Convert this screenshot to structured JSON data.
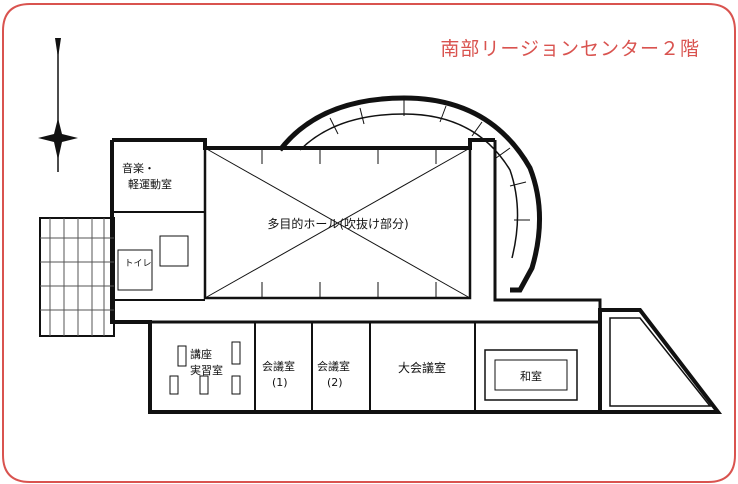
{
  "title": "南部リージョンセンター２階",
  "colors": {
    "accent": "#d9534f",
    "line": "#111111",
    "grid": "#555555"
  },
  "compass": {
    "icon": "north-arrow-icon"
  },
  "rooms": {
    "hall": "多目的ホール(吹抜け部分)",
    "music_room_line1": "音楽・",
    "music_room_line2": "軽運動室",
    "toilet": "トイレ",
    "lecture_room_line1": "講座",
    "lecture_room_line2": "実習室",
    "meeting1_line1": "会議室",
    "meeting1_line2": "(1)",
    "meeting2_line1": "会議室",
    "meeting2_line2": "(2)",
    "large_meeting": "大会議室",
    "japanese_room": "和室"
  }
}
